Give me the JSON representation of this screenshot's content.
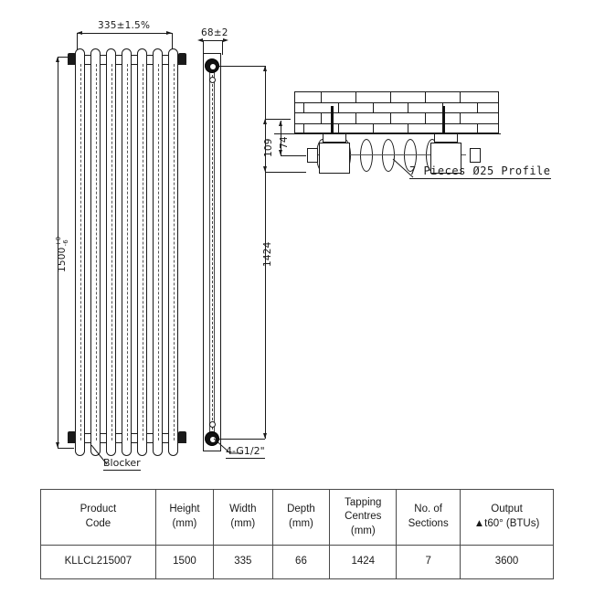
{
  "drawing": {
    "title": "Vertical Column Radiator Technical Drawing",
    "front_view": {
      "width_dimension": "335±1.5%",
      "height_dimension": "1500",
      "height_tol_upper": "+0",
      "height_tol_lower": "-6",
      "blocker_label": "Blocker",
      "column_count": 7
    },
    "side_view": {
      "depth_dimension": "68±2",
      "tapping_centres_dimension": "1424",
      "connection_label": "4-G1/2\""
    },
    "wall_detail": {
      "dim_outer": "109",
      "dim_inner": "74",
      "profile_label": "7 Pieces Ø25 Profile",
      "brick_rows": 4
    }
  },
  "table": {
    "headers": [
      {
        "line1": "Product",
        "line2": "Code",
        "line3": ""
      },
      {
        "line1": "Height",
        "line2": "(mm)",
        "line3": ""
      },
      {
        "line1": "Width",
        "line2": "(mm)",
        "line3": ""
      },
      {
        "line1": "Depth",
        "line2": "(mm)",
        "line3": ""
      },
      {
        "line1": "Tapping",
        "line2": "Centres",
        "line3": "(mm)"
      },
      {
        "line1": "No. of",
        "line2": "Sections",
        "line3": ""
      },
      {
        "line1": "Output",
        "line2": "▲t60° (BTUs)",
        "line3": ""
      }
    ],
    "row": {
      "product_code": "KLLCL215007",
      "height": "1500",
      "width": "335",
      "depth": "66",
      "tapping_centres": "1424",
      "sections": "7",
      "output": "3600"
    }
  },
  "colors": {
    "background": "#ffffff",
    "line": "#1a1a1a",
    "table_border": "#4a4a4a"
  }
}
